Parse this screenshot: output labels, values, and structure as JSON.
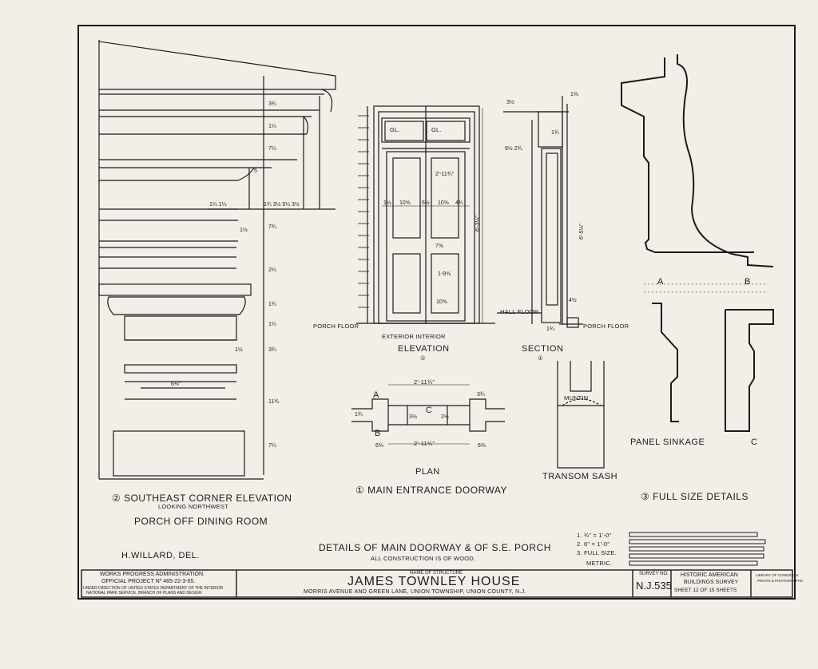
{
  "drawings": {
    "corner_elevation": {
      "title": "② SOUTHEAST CORNER ELEVATION",
      "subtitle": "LOOKING NORTHWEST",
      "caption": "PORCH OFF DINING ROOM"
    },
    "doorway_elevation": {
      "title": "ELEVATION",
      "number": "①",
      "porch_floor": "PORCH FLOOR",
      "exterior_interior": "EXTERIOR   INTERIOR",
      "glass_left": "GL.",
      "glass_right": "GL."
    },
    "doorway_section": {
      "title": "SECTION",
      "number": "①",
      "hall_floor": "HALL FLOOR",
      "porch_floor": "PORCH FLOOR"
    },
    "plan": {
      "title": "PLAN",
      "label_a": "A",
      "label_b": "B",
      "label_c": "C",
      "dim_top": "2'-11¾\"",
      "dim_bottom": "2'-11¾\""
    },
    "main_entrance": {
      "title": "① MAIN ENTRANCE DOORWAY"
    },
    "transom": {
      "title": "TRANSOM SASH",
      "muntin": "MUNTIN"
    },
    "full_size": {
      "title": "③ FULL SIZE DETAILS",
      "label_a": "A",
      "label_b": "B",
      "label_c": "C",
      "panel_sinkage": "PANEL SINKAGE"
    }
  },
  "notes": {
    "delineator": "H.WILLARD, DEL.",
    "details_title": "DETAILS OF MAIN DOORWAY & OF S.E. PORCH",
    "details_sub": "ALL CONSTRUCTION IS OF WOOD.",
    "scales": [
      "1.  ¾\" = 1'-0\"",
      "2.  6\" = 1'-0\"",
      "3.  FULL SIZE.",
      "METRIC."
    ]
  },
  "title_block": {
    "agency_line1": "WORKS PROGRESS ADMINISTRATION.",
    "agency_line2": "OFFICIAL PROJECT Nº 465-22-3-65.",
    "agency_line3": "UNDER DIRECTION OF UNITED STATES DEPARTMENT OF THE INTERIOR",
    "agency_line4": "NATIONAL PARK SERVICE, BRANCH OF PLANS AND DESIGN",
    "structure_label": "NAME OF STRUCTURE",
    "structure_name": "JAMES TOWNLEY HOUSE",
    "location": "MORRIS AVENUE AND GREEN LANE, UNION TOWNSHIP, UNION COUNTY, N.J.",
    "survey_label": "SURVEY NO.",
    "survey_number": "N.J.535",
    "habs_line1": "HISTORIC AMERICAN",
    "habs_line2": "BUILDINGS SURVEY",
    "sheet": "SHEET 12 OF 15 SHEETS",
    "stamp_line1": "LIBRARY OF CONGRESS",
    "stamp_line2": "PRINTS & PHOTOGRAPHS"
  },
  "colors": {
    "paper": "#f1efe8",
    "ink": "#1b1b1b"
  }
}
